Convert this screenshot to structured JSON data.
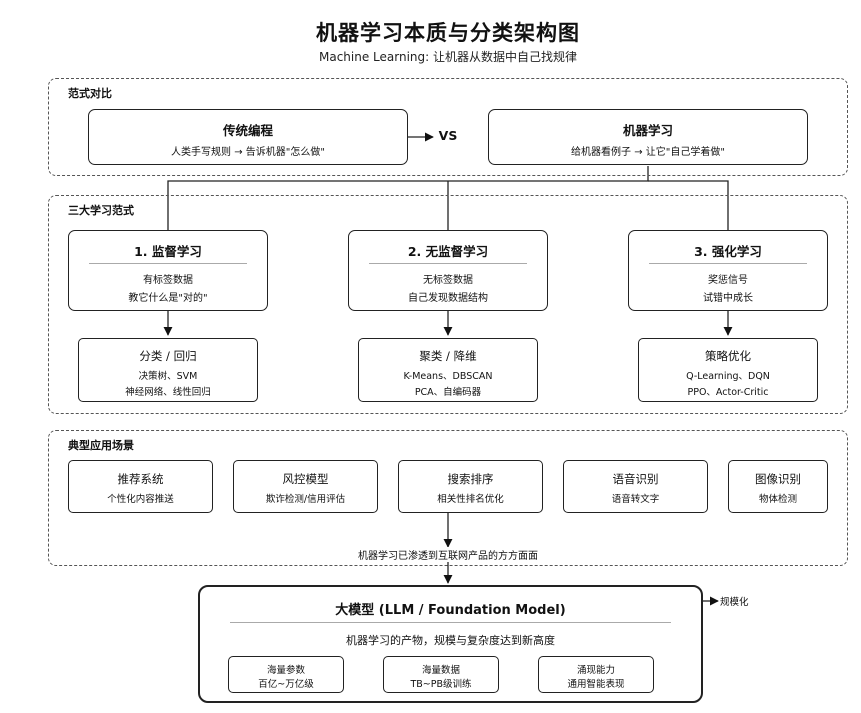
{
  "header": {
    "title": "机器学习本质与分类架构图",
    "subtitle": "Machine Learning: 让机器从数据中自己找规律"
  },
  "paradigm": {
    "label": "范式对比",
    "traditional": {
      "title": "传统编程",
      "desc": "人类手写规则 → 告诉机器\"怎么做\""
    },
    "vs": "VS",
    "ml": {
      "title": "机器学习",
      "desc": "给机器看例子 → 让它\"自己学着做\""
    }
  },
  "types": {
    "label": "三大学习范式",
    "items": [
      {
        "title": "1. 监督学习",
        "line1": "有标签数据",
        "line2": "教它什么是\"对的\"",
        "sub_title": "分类 / 回归",
        "sub_line1": "决策树、SVM",
        "sub_line2": "神经网络、线性回归"
      },
      {
        "title": "2. 无监督学习",
        "line1": "无标签数据",
        "line2": "自己发现数据结构",
        "sub_title": "聚类 / 降维",
        "sub_line1": "K-Means、DBSCAN",
        "sub_line2": "PCA、自编码器"
      },
      {
        "title": "3. 强化学习",
        "line1": "奖惩信号",
        "line2": "试错中成长",
        "sub_title": "策略优化",
        "sub_line1": "Q-Learning、DQN",
        "sub_line2": "PPO、Actor-Critic"
      }
    ]
  },
  "applications": {
    "label": "典型应用场景",
    "items": [
      {
        "title": "推荐系统",
        "desc": "个性化内容推送"
      },
      {
        "title": "风控模型",
        "desc": "欺诈检测/信用评估"
      },
      {
        "title": "搜索排序",
        "desc": "相关性排名优化"
      },
      {
        "title": "语音识别",
        "desc": "语音转文字"
      },
      {
        "title": "图像识别",
        "desc": "物体检测"
      }
    ],
    "note": "机器学习已渗透到互联网产品的方方面面"
  },
  "llm": {
    "title": "大模型 (LLM / Foundation Model)",
    "desc": "机器学习的产物，规模与复杂度达到新高度",
    "scale_label": "规模化",
    "features": [
      {
        "line1": "海量参数",
        "line2": "百亿~万亿级"
      },
      {
        "line1": "海量数据",
        "line2": "TB~PB级训练"
      },
      {
        "line1": "涌现能力",
        "line2": "通用智能表现"
      }
    ]
  }
}
